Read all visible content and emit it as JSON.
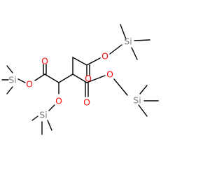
{
  "molecule": {
    "atom_colors": {
      "C": "#000000",
      "O": "#ff0d0d",
      "Si": "#808080"
    },
    "atoms": [
      {
        "id": "o_ester_top",
        "element": "O",
        "label": "O"
      },
      {
        "id": "si_top",
        "element": "Si",
        "label": "Si"
      },
      {
        "id": "o_carbonyl_top",
        "element": "O",
        "label": "O"
      },
      {
        "id": "o_carbonyl_left",
        "element": "O",
        "label": "O"
      },
      {
        "id": "o_ester_left",
        "element": "O",
        "label": "O"
      },
      {
        "id": "si_left",
        "element": "Si",
        "label": "Si"
      },
      {
        "id": "o_ester_right",
        "element": "O",
        "label": "O"
      },
      {
        "id": "si_right",
        "element": "Si",
        "label": "Si"
      },
      {
        "id": "o_ether",
        "element": "O",
        "label": "O"
      },
      {
        "id": "si_bottom",
        "element": "Si",
        "label": "Si"
      },
      {
        "id": "o_carbonyl_bottom",
        "element": "O",
        "label": "O"
      }
    ]
  }
}
